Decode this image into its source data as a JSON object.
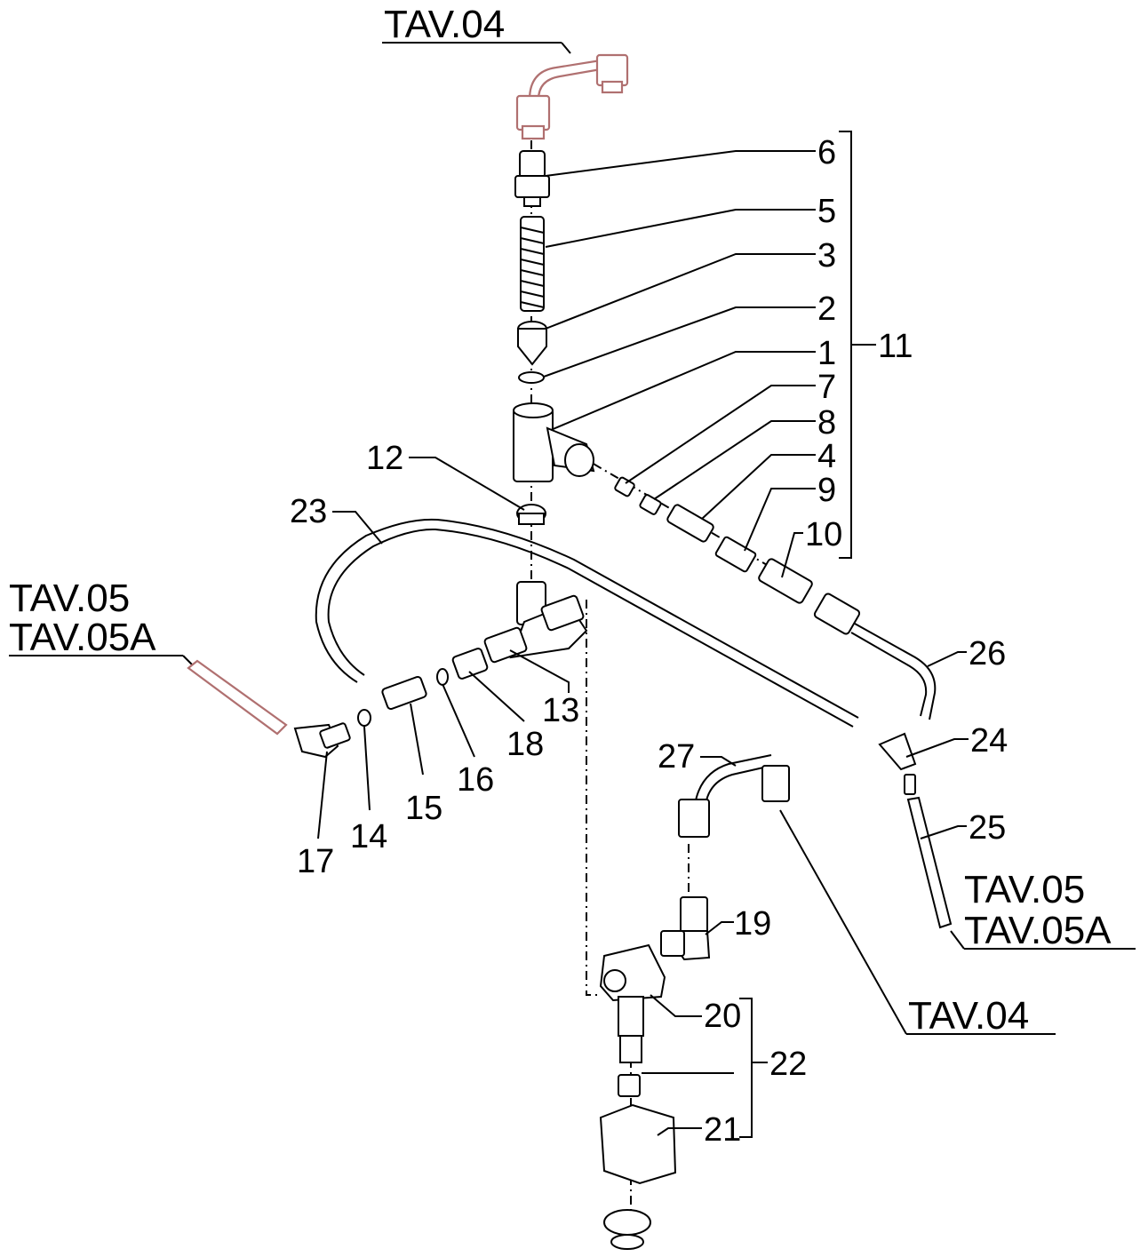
{
  "refs": {
    "top": "TAV.04",
    "left_1": "TAV.05",
    "left_2": "TAV.05A",
    "right_1": "TAV.05",
    "right_2": "TAV.05A",
    "bottom": "TAV.04"
  },
  "parts": {
    "p1": "1",
    "p2": "2",
    "p3": "3",
    "p4": "4",
    "p5": "5",
    "p6": "6",
    "p7": "7",
    "p8": "8",
    "p9": "9",
    "p10": "10",
    "p11": "11",
    "p12": "12",
    "p13": "13",
    "p14": "14",
    "p15": "15",
    "p16": "16",
    "p17": "17",
    "p18": "18",
    "p19": "19",
    "p20": "20",
    "p21": "21",
    "p22": "22",
    "p23": "23",
    "p24": "24",
    "p25": "25",
    "p26": "26",
    "p27": "27"
  },
  "colors": {
    "linework": "#000000",
    "highlight": "#b07070"
  }
}
